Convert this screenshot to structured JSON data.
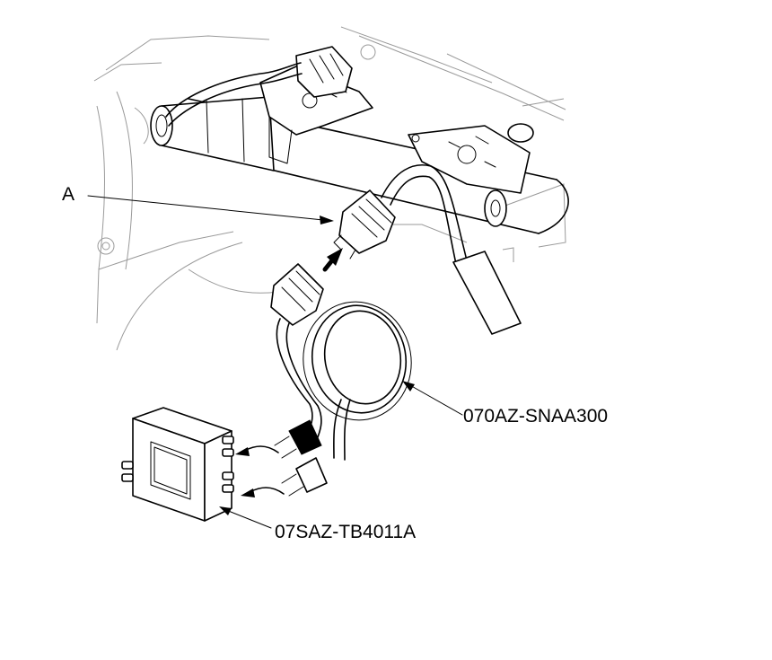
{
  "labels": {
    "connector_a": "A",
    "harness": "070AZ-SNAA300",
    "test_box": "07SAZ-TB4011A"
  },
  "colors": {
    "ink": "#000000",
    "background_line": "#9a9a9a",
    "paper": "#ffffff"
  }
}
